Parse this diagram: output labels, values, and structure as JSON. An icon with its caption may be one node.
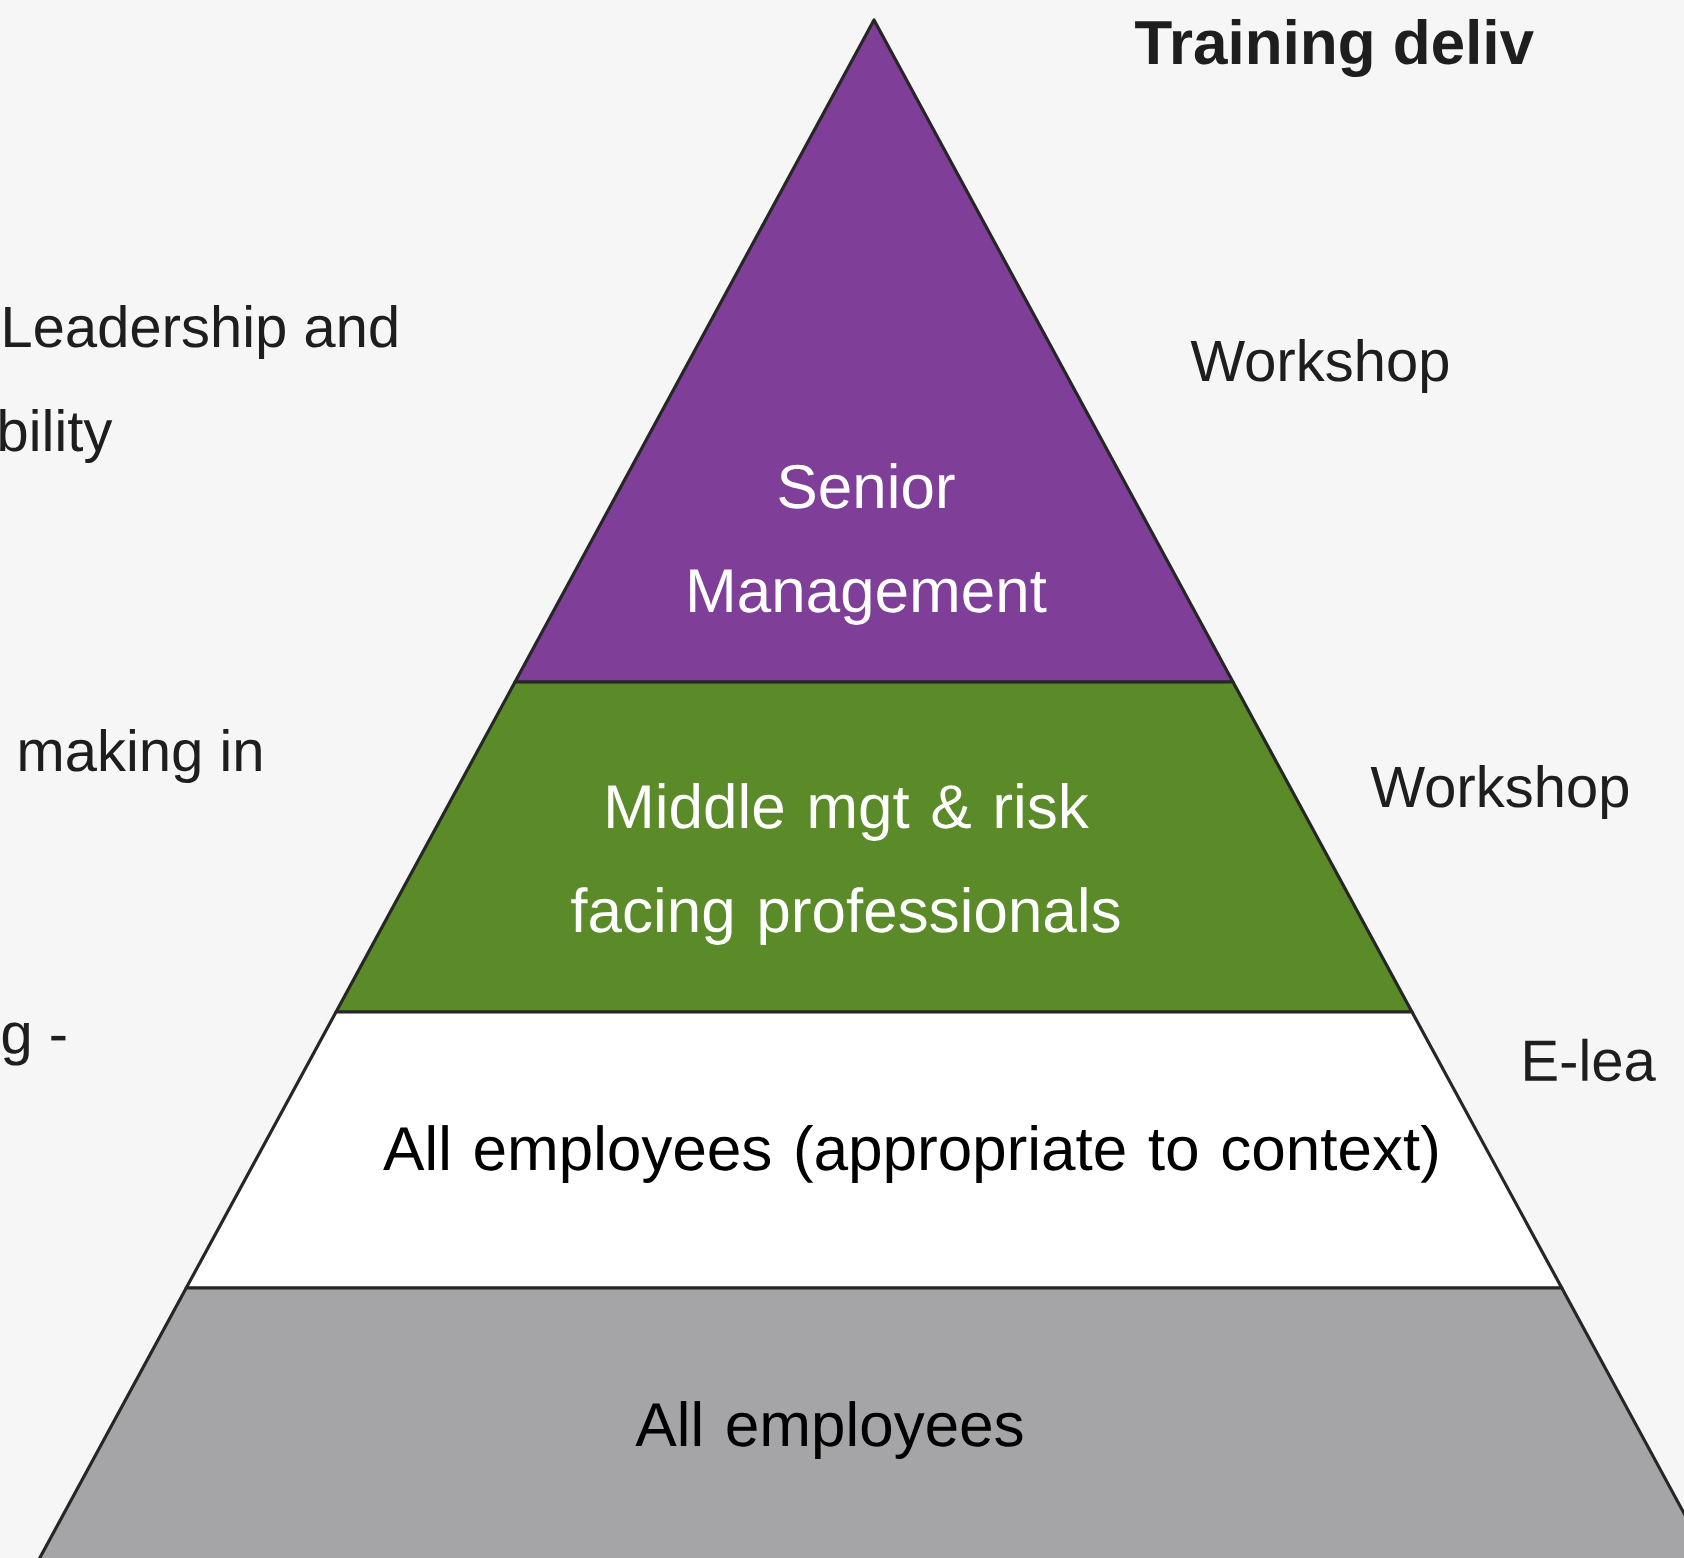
{
  "diagram": {
    "title": "Training deliv",
    "nodes": [
      {
        "text": [
          "Senior Management"
        ]
      },
      {
        "text": [
          "Middle mgt & risk facing professionals"
        ]
      },
      {
        "text": [
          "All employees (appropriate to context)"
        ]
      },
      {
        "text": [
          "All employees"
        ]
      }
    ],
    "labels": [
      "Leadership and",
      "bility",
      "Workshop",
      "making in",
      "Workshop",
      "g -",
      "E-lea"
    ]
  }
}
